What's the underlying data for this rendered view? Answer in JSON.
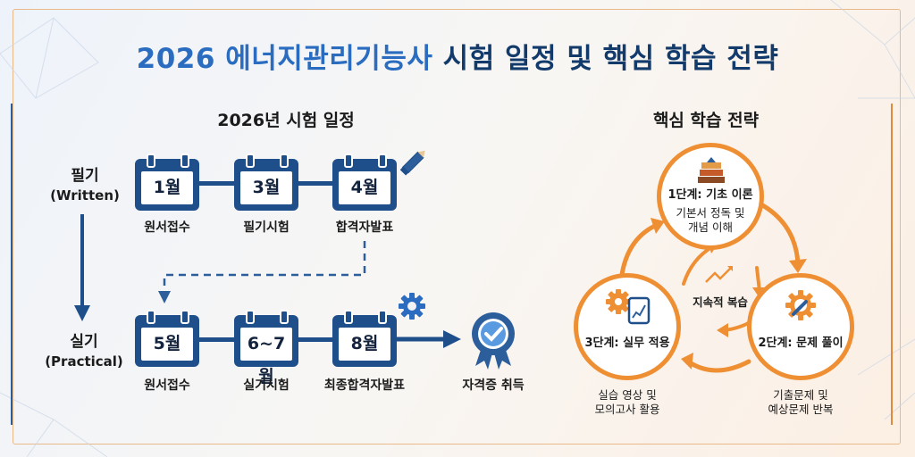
{
  "title": {
    "prefix": "2026 에너지관리기능사",
    "suffix": "시험 일정 및 핵심 학습 전략"
  },
  "schedule": {
    "heading": "2026년 시험 일정",
    "written": {
      "label": "필기",
      "sub": "(Written)",
      "steps": [
        {
          "month": "1월",
          "desc": "원서접수"
        },
        {
          "month": "3월",
          "desc": "필기시험"
        },
        {
          "month": "4월",
          "desc": "합격자발표"
        }
      ]
    },
    "practical": {
      "label": "실기",
      "sub": "(Practical)",
      "steps": [
        {
          "month": "5월",
          "desc": "원서접수"
        },
        {
          "month": "6~7월",
          "desc": "실기시험"
        },
        {
          "month": "8월",
          "desc": "최종합격자발표"
        }
      ]
    },
    "final": "자격증 취득"
  },
  "strategy": {
    "heading": "핵심 학습 전략",
    "center": "지속적 복습",
    "stage1": {
      "title": "1단계: 기초 이론",
      "line1": "기본서 정독 및",
      "line2": "개념 이해"
    },
    "stage2": {
      "title": "2단계: 문제 풀이",
      "line1": "기출문제 및",
      "line2": "예상문제 반복"
    },
    "stage3": {
      "title": "3단계: 실무 적용",
      "line1": "실습 영상 및",
      "line2": "모의고사 활용"
    }
  },
  "colors": {
    "navy": "#1f4f8a",
    "orange": "#ef8f33",
    "title_blue": "#2a6cc0"
  }
}
